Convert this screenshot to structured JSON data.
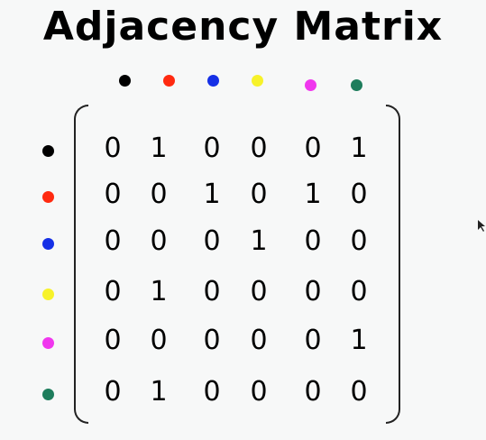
{
  "title": "Adjacency Matrix",
  "node_colors": [
    "#000000",
    "#ff2a10",
    "#1530e6",
    "#f7f22a",
    "#f037ee",
    "#1e7d5c"
  ],
  "matrix": [
    [
      "0",
      "1",
      "0",
      "0",
      "0",
      "1"
    ],
    [
      "0",
      "0",
      "1",
      "0",
      "1",
      "0"
    ],
    [
      "0",
      "0",
      "0",
      "1",
      "0",
      "0"
    ],
    [
      "0",
      "1",
      "0",
      "0",
      "0",
      "0"
    ],
    [
      "0",
      "0",
      "0",
      "0",
      "0",
      "1"
    ],
    [
      "0",
      "1",
      "0",
      "0",
      "0",
      "0"
    ]
  ]
}
